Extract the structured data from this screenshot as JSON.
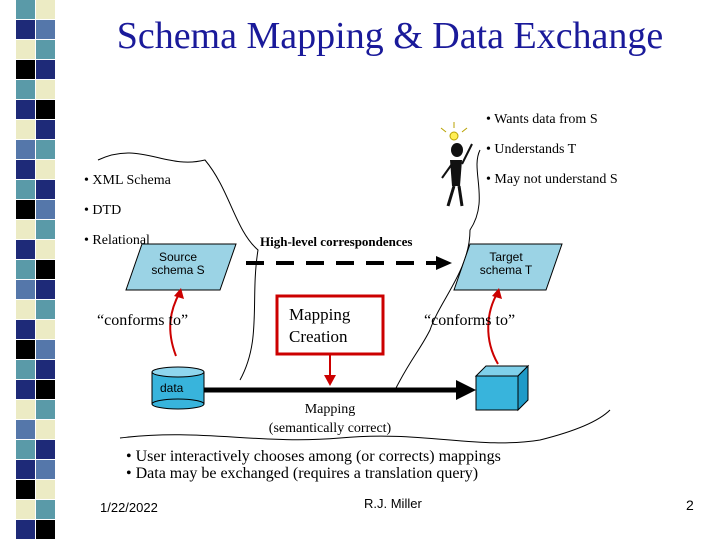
{
  "title": "Schema Mapping & Data Exchange",
  "user_notes": [
    "• Wants data from S",
    "• Understands T",
    "• May not understand S"
  ],
  "schema_types": [
    "• XML Schema",
    "• DTD",
    "• Relational"
  ],
  "high_level_label": "High-level correspondences",
  "source": {
    "line1": "Source",
    "line2": "schema S"
  },
  "target": {
    "line1": "Target",
    "line2": "schema T"
  },
  "conforms_left": "“conforms to”",
  "conforms_right": "“conforms to”",
  "mapping_creation": {
    "line1": "Mapping",
    "line2": "Creation"
  },
  "data_label": "data",
  "mapping_label": {
    "line1": "Mapping",
    "line2": "(semantically correct)"
  },
  "bullets": [
    "• User interactively chooses among (or corrects) mappings",
    "• Data may be exchanged (requires a translation query)"
  ],
  "footer": {
    "date": "1/22/2022",
    "author": "R.J. Miller",
    "page": "2"
  },
  "colors": {
    "title": "#1a1a9a",
    "strip": [
      "#5a9aa8",
      "#1e2a78",
      "#ecebc4",
      "#000000",
      "#5577aa"
    ],
    "schema_fill": "#9bd3e5",
    "data_fill": "#38b4dc",
    "red": "#cc0000"
  }
}
